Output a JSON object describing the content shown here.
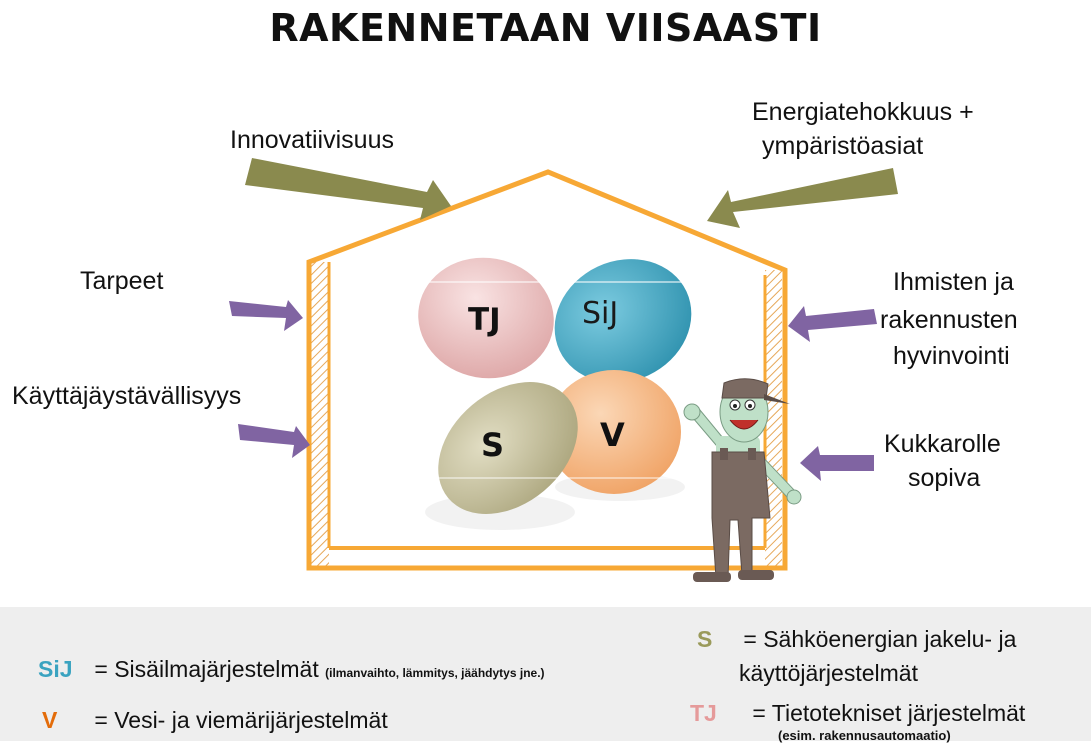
{
  "title": "RAKENNETAAN VIISAASTI",
  "labels": {
    "innovation": "Innovatiivisuus",
    "energy_line1": "Energiatehokkuus +",
    "energy_line2": "ympäristöasiat",
    "needs": "Tarpeet",
    "usability": "Käyttäjäystävällisyys",
    "wellbeing_line1": "Ihmisten ja",
    "wellbeing_line2": "rakennusten",
    "wellbeing_line3": "hyvinvointi",
    "kukkaro_line1": "Kukkarolle",
    "kukkaro_line2": "sopiva"
  },
  "blobs": {
    "tj": "TJ",
    "sij": "SiJ",
    "s": "S",
    "v": "V"
  },
  "legend": {
    "sij_code": "SiJ",
    "sij_text": "= Sisäilmajärjestelmät",
    "sij_note": "(ilmanvaihto, lämmitys, jäähdytys jne.)",
    "v_code": "V",
    "v_text": "= Vesi- ja viemärijärjestelmät",
    "s_code": "S",
    "s_text_line1": "= Sähköenergian jakelu- ja",
    "s_text_line2": "käyttöjärjestelmät",
    "tj_code": "TJ",
    "tj_text": "= Tietotekniset järjestelmät",
    "tj_note": "(esim. rakennusautomaatio)"
  },
  "colors": {
    "house": "#f7a835",
    "olive_arrow": "#8a8a4e",
    "purple_arrow": "#8064a2",
    "tj": "#e8b5b5",
    "sij": "#3aa3c0",
    "s": "#c1bb93",
    "v": "#f5b27c",
    "sij_code": "#3aa3c0",
    "v_code": "#e36c0a",
    "s_code": "#9a9a5a",
    "tj_code": "#e59a9a"
  }
}
